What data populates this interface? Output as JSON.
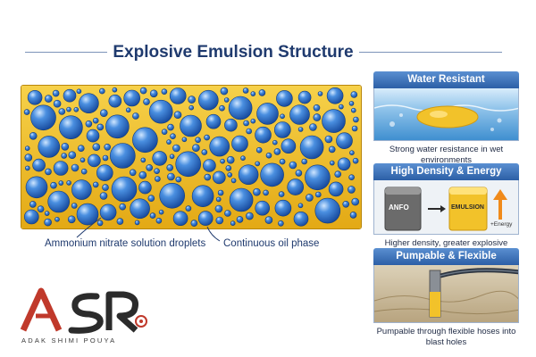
{
  "title": "Explosive Emulsion Structure",
  "labels": {
    "droplets": "Ammonium nitrate solution droplets",
    "oil": "Continuous oil phase"
  },
  "cards": [
    {
      "heading": "Water Resistant",
      "caption": "Strong water resistance in wet environments"
    },
    {
      "heading": "High Density & Energy",
      "caption": "Higher density, greater explosive energy",
      "anfo_label": "ANFO",
      "emulsion_label": "EMULSION",
      "energy_label": "+Energy"
    },
    {
      "heading": "Pumpable & Flexible",
      "caption": "Pumpable through flexible hoses into blast holes"
    }
  ],
  "logo": {
    "text": "ASR",
    "subtitle": "ADAK SHIMI POUYA"
  },
  "colors": {
    "oil": "#f2c22a",
    "droplet": "#2f74c8",
    "accent": "#1f3a6e",
    "logo": "#c0392b"
  }
}
